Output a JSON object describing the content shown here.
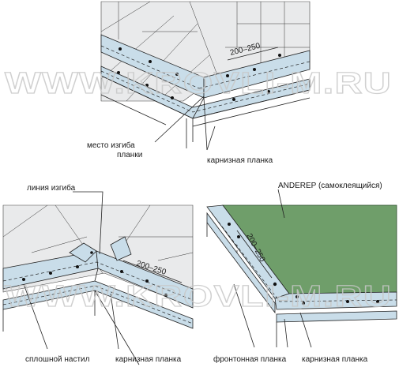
{
  "watermark": "WWW.KROVLI-M.RU",
  "top_diagram": {
    "dimension": "200–250",
    "label_bend_place_1": "место изгиба",
    "label_bend_place_2": "планки",
    "label_eaves_strip": "карнизная планка"
  },
  "bottom_left_diagram": {
    "label_bend_line": "линия изгиба",
    "dimension": "200–250",
    "label_solid_deck": "сплошной настил",
    "label_eaves_strip": "карнизная планка"
  },
  "bottom_right_diagram": {
    "label_underlay": "ANDEREP (самоклеящийся)",
    "dimension": "200–250",
    "label_gable_strip": "фронтонная планка",
    "label_eaves_strip": "карнизная планка"
  },
  "colors": {
    "strip_fill": "#c9dde9",
    "roof_fill": "#e9eaeb",
    "underlay_fill": "#6f9e6a"
  }
}
